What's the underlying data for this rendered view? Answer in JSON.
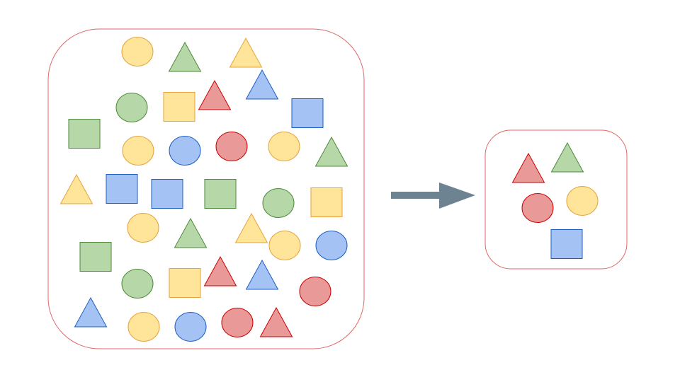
{
  "palette": {
    "yellow": {
      "fill": "#FFE599",
      "stroke": "#E6A23C"
    },
    "green": {
      "fill": "#B6D7A8",
      "stroke": "#4E8A3A"
    },
    "red": {
      "fill": "#EA9999",
      "stroke": "#CC0000"
    },
    "blue": {
      "fill": "#A4C2F4",
      "stroke": "#1C5FC4"
    },
    "frame": "#E06666",
    "arrow": "#6D8391"
  },
  "diagram": {
    "source_group": {
      "shapes": [
        {
          "kind": "circle",
          "color": "yellow"
        },
        {
          "kind": "triangle",
          "color": "green"
        },
        {
          "kind": "triangle",
          "color": "yellow"
        },
        {
          "kind": "circle",
          "color": "green"
        },
        {
          "kind": "square",
          "color": "yellow"
        },
        {
          "kind": "triangle",
          "color": "red"
        },
        {
          "kind": "triangle",
          "color": "blue"
        },
        {
          "kind": "square",
          "color": "blue"
        },
        {
          "kind": "square",
          "color": "green"
        },
        {
          "kind": "circle",
          "color": "yellow"
        },
        {
          "kind": "circle",
          "color": "blue"
        },
        {
          "kind": "circle",
          "color": "red"
        },
        {
          "kind": "circle",
          "color": "yellow"
        },
        {
          "kind": "triangle",
          "color": "green"
        },
        {
          "kind": "triangle",
          "color": "yellow"
        },
        {
          "kind": "square",
          "color": "blue"
        },
        {
          "kind": "square",
          "color": "blue"
        },
        {
          "kind": "square",
          "color": "green"
        },
        {
          "kind": "circle",
          "color": "green"
        },
        {
          "kind": "square",
          "color": "yellow"
        },
        {
          "kind": "circle",
          "color": "yellow"
        },
        {
          "kind": "triangle",
          "color": "green"
        },
        {
          "kind": "triangle",
          "color": "yellow"
        },
        {
          "kind": "circle",
          "color": "yellow"
        },
        {
          "kind": "circle",
          "color": "blue"
        },
        {
          "kind": "square",
          "color": "green"
        },
        {
          "kind": "circle",
          "color": "green"
        },
        {
          "kind": "square",
          "color": "yellow"
        },
        {
          "kind": "triangle",
          "color": "red"
        },
        {
          "kind": "triangle",
          "color": "blue"
        },
        {
          "kind": "circle",
          "color": "red"
        },
        {
          "kind": "triangle",
          "color": "blue"
        },
        {
          "kind": "circle",
          "color": "yellow"
        },
        {
          "kind": "circle",
          "color": "blue"
        },
        {
          "kind": "circle",
          "color": "red"
        },
        {
          "kind": "triangle",
          "color": "red"
        }
      ]
    },
    "result_group": {
      "shapes": [
        {
          "kind": "triangle",
          "color": "red"
        },
        {
          "kind": "triangle",
          "color": "green"
        },
        {
          "kind": "circle",
          "color": "red"
        },
        {
          "kind": "circle",
          "color": "yellow"
        },
        {
          "kind": "square",
          "color": "blue"
        }
      ]
    },
    "arrow": {
      "direction": "right"
    }
  }
}
